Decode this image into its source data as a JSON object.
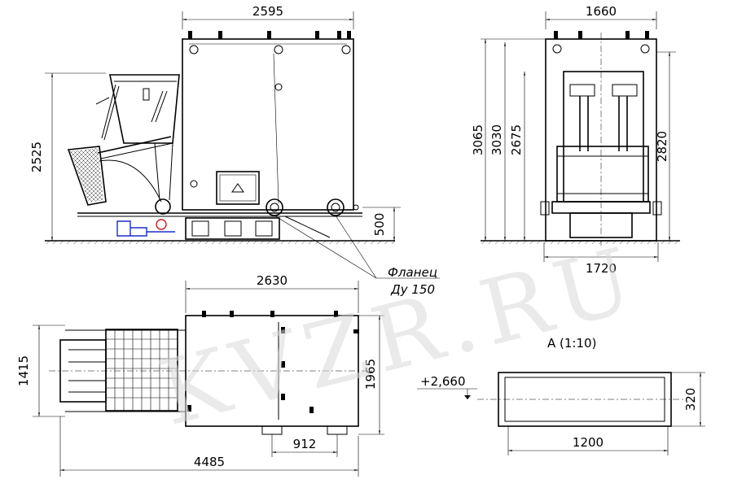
{
  "watermark": "KVZR.RU",
  "side_view": {
    "width_dim": "2595",
    "height_dim": "2525",
    "base_dim": "500"
  },
  "front_view": {
    "top_dim": "1660",
    "dims": [
      "3065",
      "3030",
      "2675",
      "2820"
    ],
    "bottom_dim": "1720"
  },
  "flange_note": {
    "line1": "Фланец",
    "line2": "Ду 150"
  },
  "top_view": {
    "width_dim": "2630",
    "left_dim": "1415",
    "right_dim": "1965",
    "bottom_dim": "912",
    "total_dim": "4485"
  },
  "detail_a": {
    "title": "A (1:10)",
    "elevation": "+2,660",
    "width_dim": "1200",
    "height_dim": "320"
  }
}
